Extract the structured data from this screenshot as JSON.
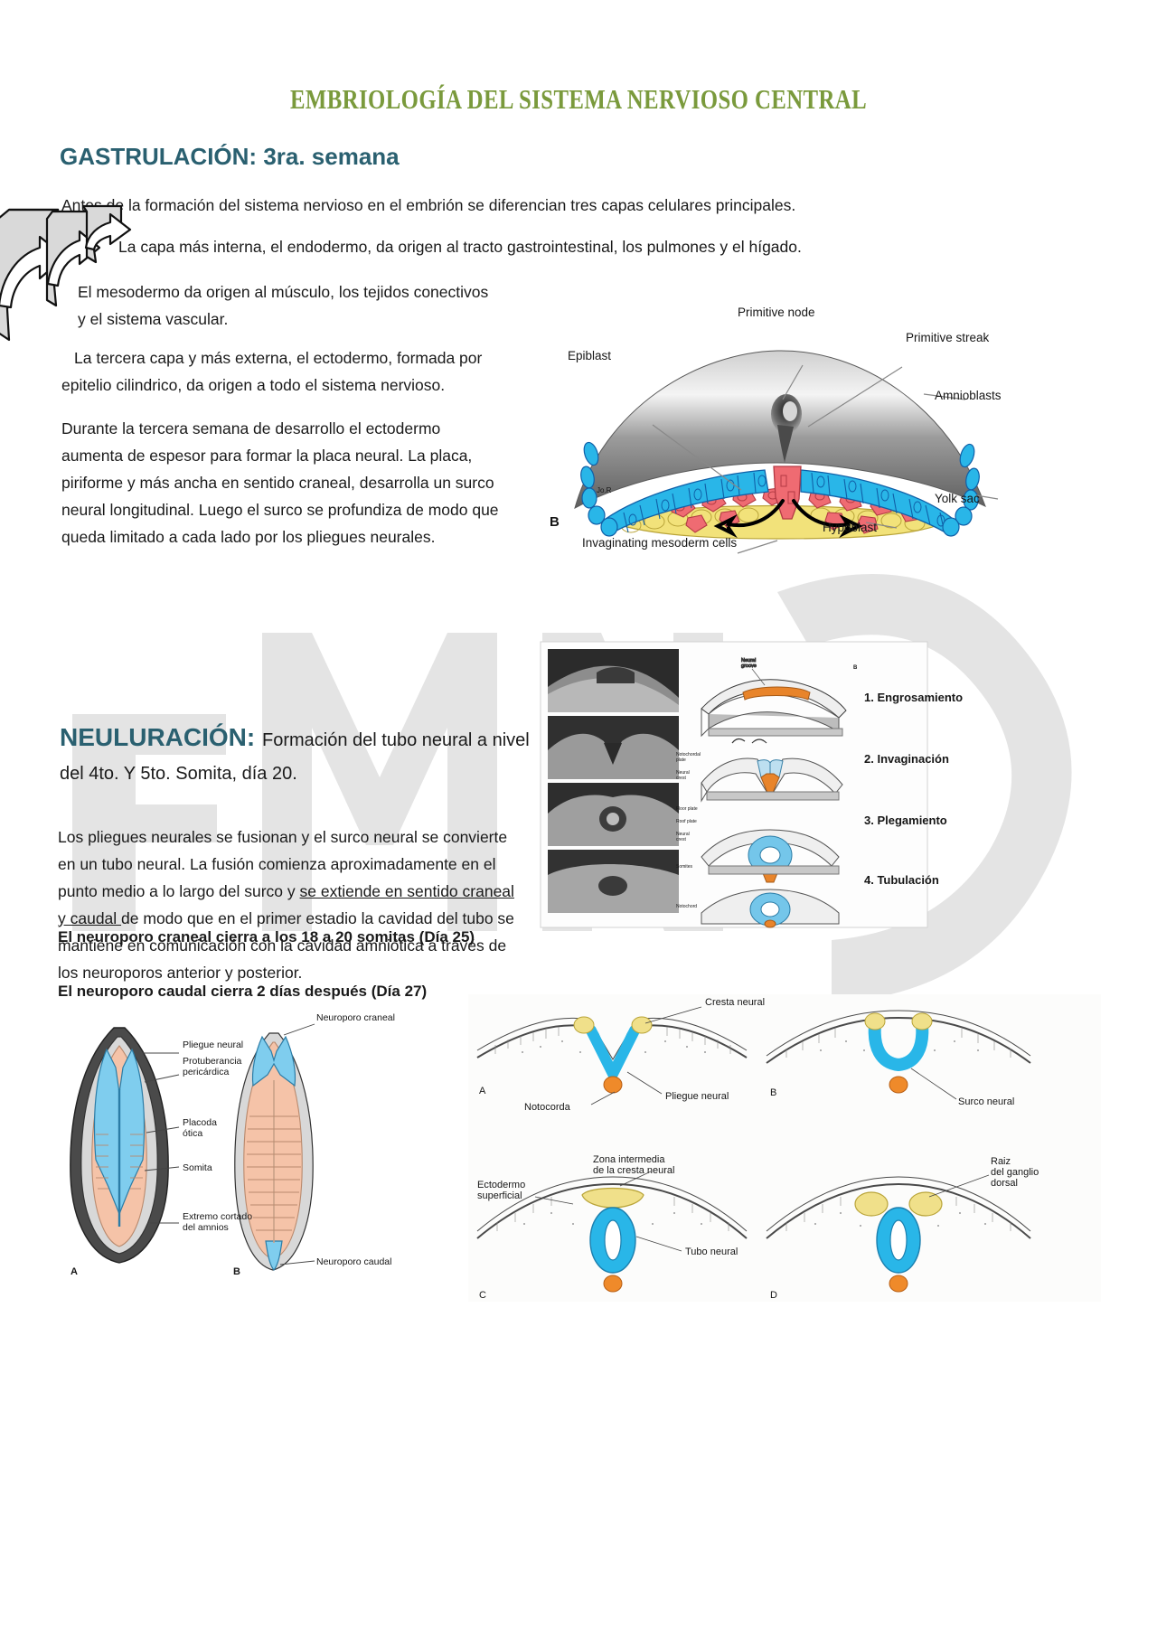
{
  "document": {
    "title": "EMBRIOLOGÍA DEL SISTEMA NERVIOSO CENTRAL",
    "title_color": "#7a9a3c",
    "heading_color": "#2a6070"
  },
  "sections": {
    "gastrulacion": {
      "heading": "GASTRULACIÓN: 3ra. semana",
      "p1": "Antes de la formación del sistema nervioso en el embrión se diferencian tres capas celulares principales.",
      "p2": "La capa más interna, el endodermo, da origen al tracto gastrointestinal, los pulmones y el hígado.",
      "p3": "El mesodermo da origen al músculo, los tejidos conectivos y el sistema vascular.",
      "p4": "La tercera capa y más externa, el ectodermo, formada por epitelio cilindrico, da origen a todo el sistema nervioso.",
      "p5": "Durante la tercera semana de desarrollo el ectodermo aumenta de espesor para formar la placa neural. La placa, piriforme y más ancha en sentido craneal, desarrolla un surco neural longitudinal. Luego el surco se profundiza de modo que queda limitado a cada lado por los pliegues neurales."
    },
    "neuluracion": {
      "heading": "NEULURACIÓN:",
      "heading_rest": "Formación del tubo neural a nivel del 4to. Y 5to. Somita, día 20.",
      "p1_a": "Los pliegues neurales se fusionan y el surco neural se convierte en un tubo neural. La fusión comienza aproximadamente en el punto medio a lo largo del surco y ",
      "p1_u": "se extiende en sentido craneal y caudal ",
      "p1_b": "de modo que en el primer estadio la cavidad del tubo se mantiene en comunicación con la cavidad amniótica a través de los neuroporos anterior y posterior.",
      "bold1": "El neuroporo craneal cierra a los 18 a 20 somitas (Día 25)",
      "bold2": "El neuroporo caudal cierra 2 días después (Día 27)"
    }
  },
  "figures": {
    "gastrulation": {
      "panel_letter": "B",
      "labels": [
        "Primitive node",
        "Primitive streak",
        "Epiblast",
        "Amnioblasts",
        "Yolk sac",
        "Hypoblast",
        "Invaginating mesoderm cells"
      ],
      "signature": "Jo.R"
    },
    "neurulation_steps": {
      "steps": [
        "1. Engrosamiento",
        "2. Invaginación",
        "3. Plegamiento",
        "4. Tubulación"
      ],
      "inner_labels": [
        "Neural groove",
        "Notochordal plate",
        "Neural crest",
        "Floor plate",
        "Roof plate",
        "Neural crest",
        "Somites",
        "Notochord"
      ],
      "panel_letter": "B"
    },
    "embryo_dorsal": {
      "panel_a": "A",
      "panel_b": "B",
      "labels": [
        "Pliegue neural",
        "Protuberancia pericárdica",
        "Placoda ótica",
        "Somita",
        "Extremo cortado del amnios",
        "Neuroporo craneal",
        "Neuroporo caudal"
      ]
    },
    "neural_crest_series": {
      "panels": [
        "A",
        "B",
        "C",
        "D"
      ],
      "labels": [
        "Cresta neural",
        "Pliegue neural",
        "Notocorda",
        "Surco neural",
        "Zona intermedia de la cresta neural",
        "Ectodermo superficial",
        "Tubo neural",
        "Raiz del ganglio dorsal"
      ]
    }
  },
  "colors": {
    "cell_blue": "#29b6e8",
    "cell_red": "#ef6b72",
    "cell_yellow": "#f2e27a",
    "flesh": "#f5c3a8",
    "orange": "#e8842a",
    "pale_yellow": "#f0e08a",
    "arrow_gray": "#d9d9d9"
  }
}
